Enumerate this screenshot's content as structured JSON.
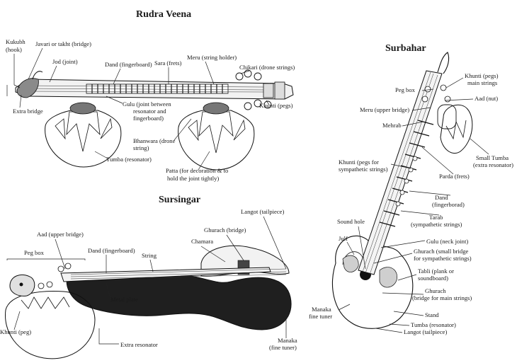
{
  "titles": {
    "rudra": "Rudra Veena",
    "surbahar": "Surbahar",
    "sursingar": "Sursingar"
  },
  "rudra": {
    "kukubh": [
      "Kukubh",
      "(hook)"
    ],
    "javari": "Javari or takht (bridge)",
    "jod": "Jod (joint)",
    "dand": "Dand (fingerboard)",
    "sara": "Sara (frets)",
    "meru": "Meru (string holder)",
    "chikari": "Chikari (drone strings)",
    "extra_bridge": "Extra bridge",
    "gulu": [
      "Gulu (joint between",
      "resonator and",
      "fingerboard)"
    ],
    "khunti": "Khunti (pegs)",
    "bhanwara": [
      "Bhanwara (drone",
      "string)"
    ],
    "tumba": "Tumba (resonator)",
    "patta": [
      "Patta (for decoration & to",
      "hold the joint tightly)"
    ]
  },
  "surbahar": {
    "peg_box": "Peg box",
    "khunti_main": [
      "Khunti (pegs)",
      "main strings"
    ],
    "aad": "Aad (nut)",
    "meru": "Meru (upper bridge)",
    "mehrab": "Mehrab",
    "small_tumba": [
      "Small Tumba",
      "(extra resonator)"
    ],
    "khunti_symp": [
      "Khunti (pegs for",
      "sympathetic strings)"
    ],
    "parda": "Parda (frets)",
    "dand": [
      "Dand",
      "(fingerborad)"
    ],
    "tarab": [
      "Tarab",
      "(sympathetic strings)"
    ],
    "sound_hole": "Sound hole",
    "julf": "Julf",
    "gulu": "Gulu (neck joint)",
    "ghurach_small": [
      "Ghurach (small bridge",
      "for sympathetic strings)"
    ],
    "tabli": [
      "Tabli (plank or",
      "soundboard)"
    ],
    "ghurach_main": [
      "Ghurach",
      "(bridge for main strings)"
    ],
    "stand": "Stand",
    "manaka": [
      "Manaka",
      "fine tuner"
    ],
    "tumba": "Tumba (resonator)",
    "langot": "Langot (tailpiece)"
  },
  "sursingar": {
    "langot": "Langot (tailpiece)",
    "ghurach": "Ghurach (bridge)",
    "aad": "Aad (upper bridge)",
    "chamara": "Chamara",
    "peg_box": "Peg box",
    "dand": "Dand (fingerboard)",
    "string": "String",
    "metal_plate": "Metal plate",
    "khunti": "Khunti (peg)",
    "extra_resonator": "Extra resonator",
    "manaka": [
      "Manaka",
      "(fine tuner)"
    ]
  }
}
